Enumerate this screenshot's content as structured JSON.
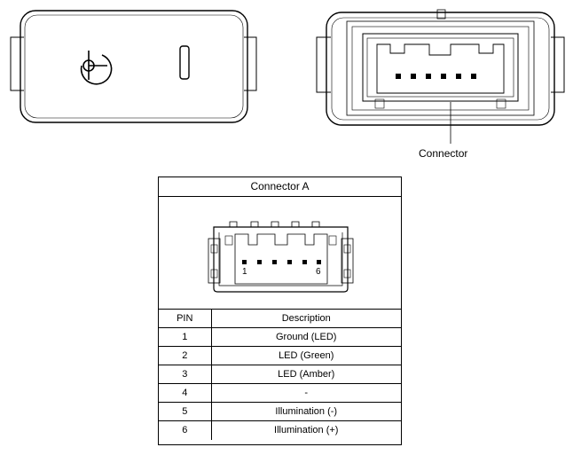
{
  "callout": {
    "connector_label": "Connector"
  },
  "table": {
    "title": "Connector A",
    "pin_start_label": "1",
    "pin_end_label": "6",
    "headers": {
      "pin": "PIN",
      "description": "Description"
    },
    "rows": [
      {
        "pin": "1",
        "description": "Ground (LED)"
      },
      {
        "pin": "2",
        "description": "LED (Green)"
      },
      {
        "pin": "3",
        "description": "LED (Amber)"
      },
      {
        "pin": "4",
        "description": "-"
      },
      {
        "pin": "5",
        "description": "Illumination (-)"
      },
      {
        "pin": "6",
        "description": "Illumination (+)"
      }
    ]
  }
}
